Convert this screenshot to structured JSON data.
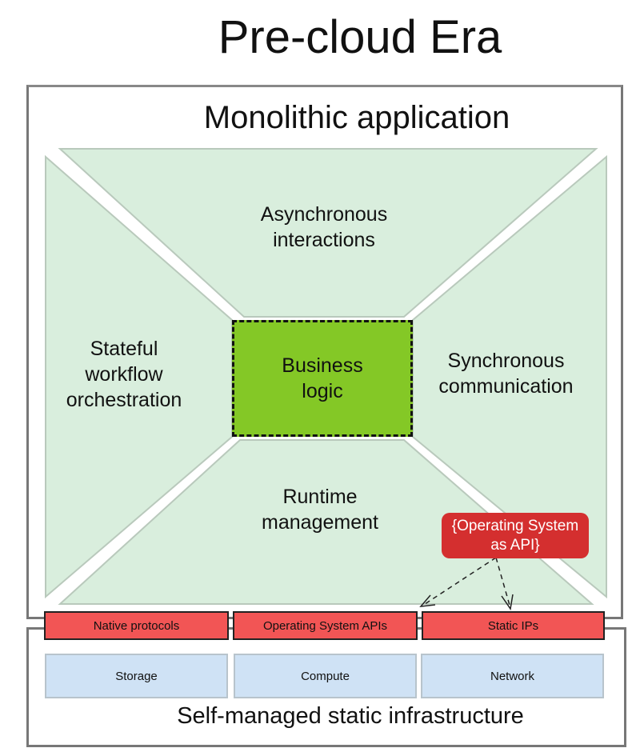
{
  "title": "Pre-cloud Era",
  "monolith": {
    "title": "Monolithic application",
    "quadrants": {
      "top": [
        "Asynchronous",
        "interactions"
      ],
      "left": [
        "Stateful",
        "workflow",
        "orchestration"
      ],
      "right": [
        "Synchronous",
        "communication"
      ],
      "bottom": [
        "Runtime",
        "management"
      ]
    },
    "core": [
      "Business",
      "logic"
    ],
    "callout": [
      "{Operating System",
      "as API}"
    ]
  },
  "interface_bars": [
    "Native protocols",
    "Operating System APIs",
    "Static IPs"
  ],
  "infrastructure": {
    "title": "Self-managed static infrastructure",
    "boxes": [
      "Storage",
      "Compute",
      "Network"
    ]
  },
  "colors": {
    "quadrant_fill": "#d9eedd",
    "core_fill": "#84c826",
    "callout_fill": "#d42f2f",
    "bar_fill": "#f25555",
    "infra_box_fill": "#cfe2f5"
  }
}
